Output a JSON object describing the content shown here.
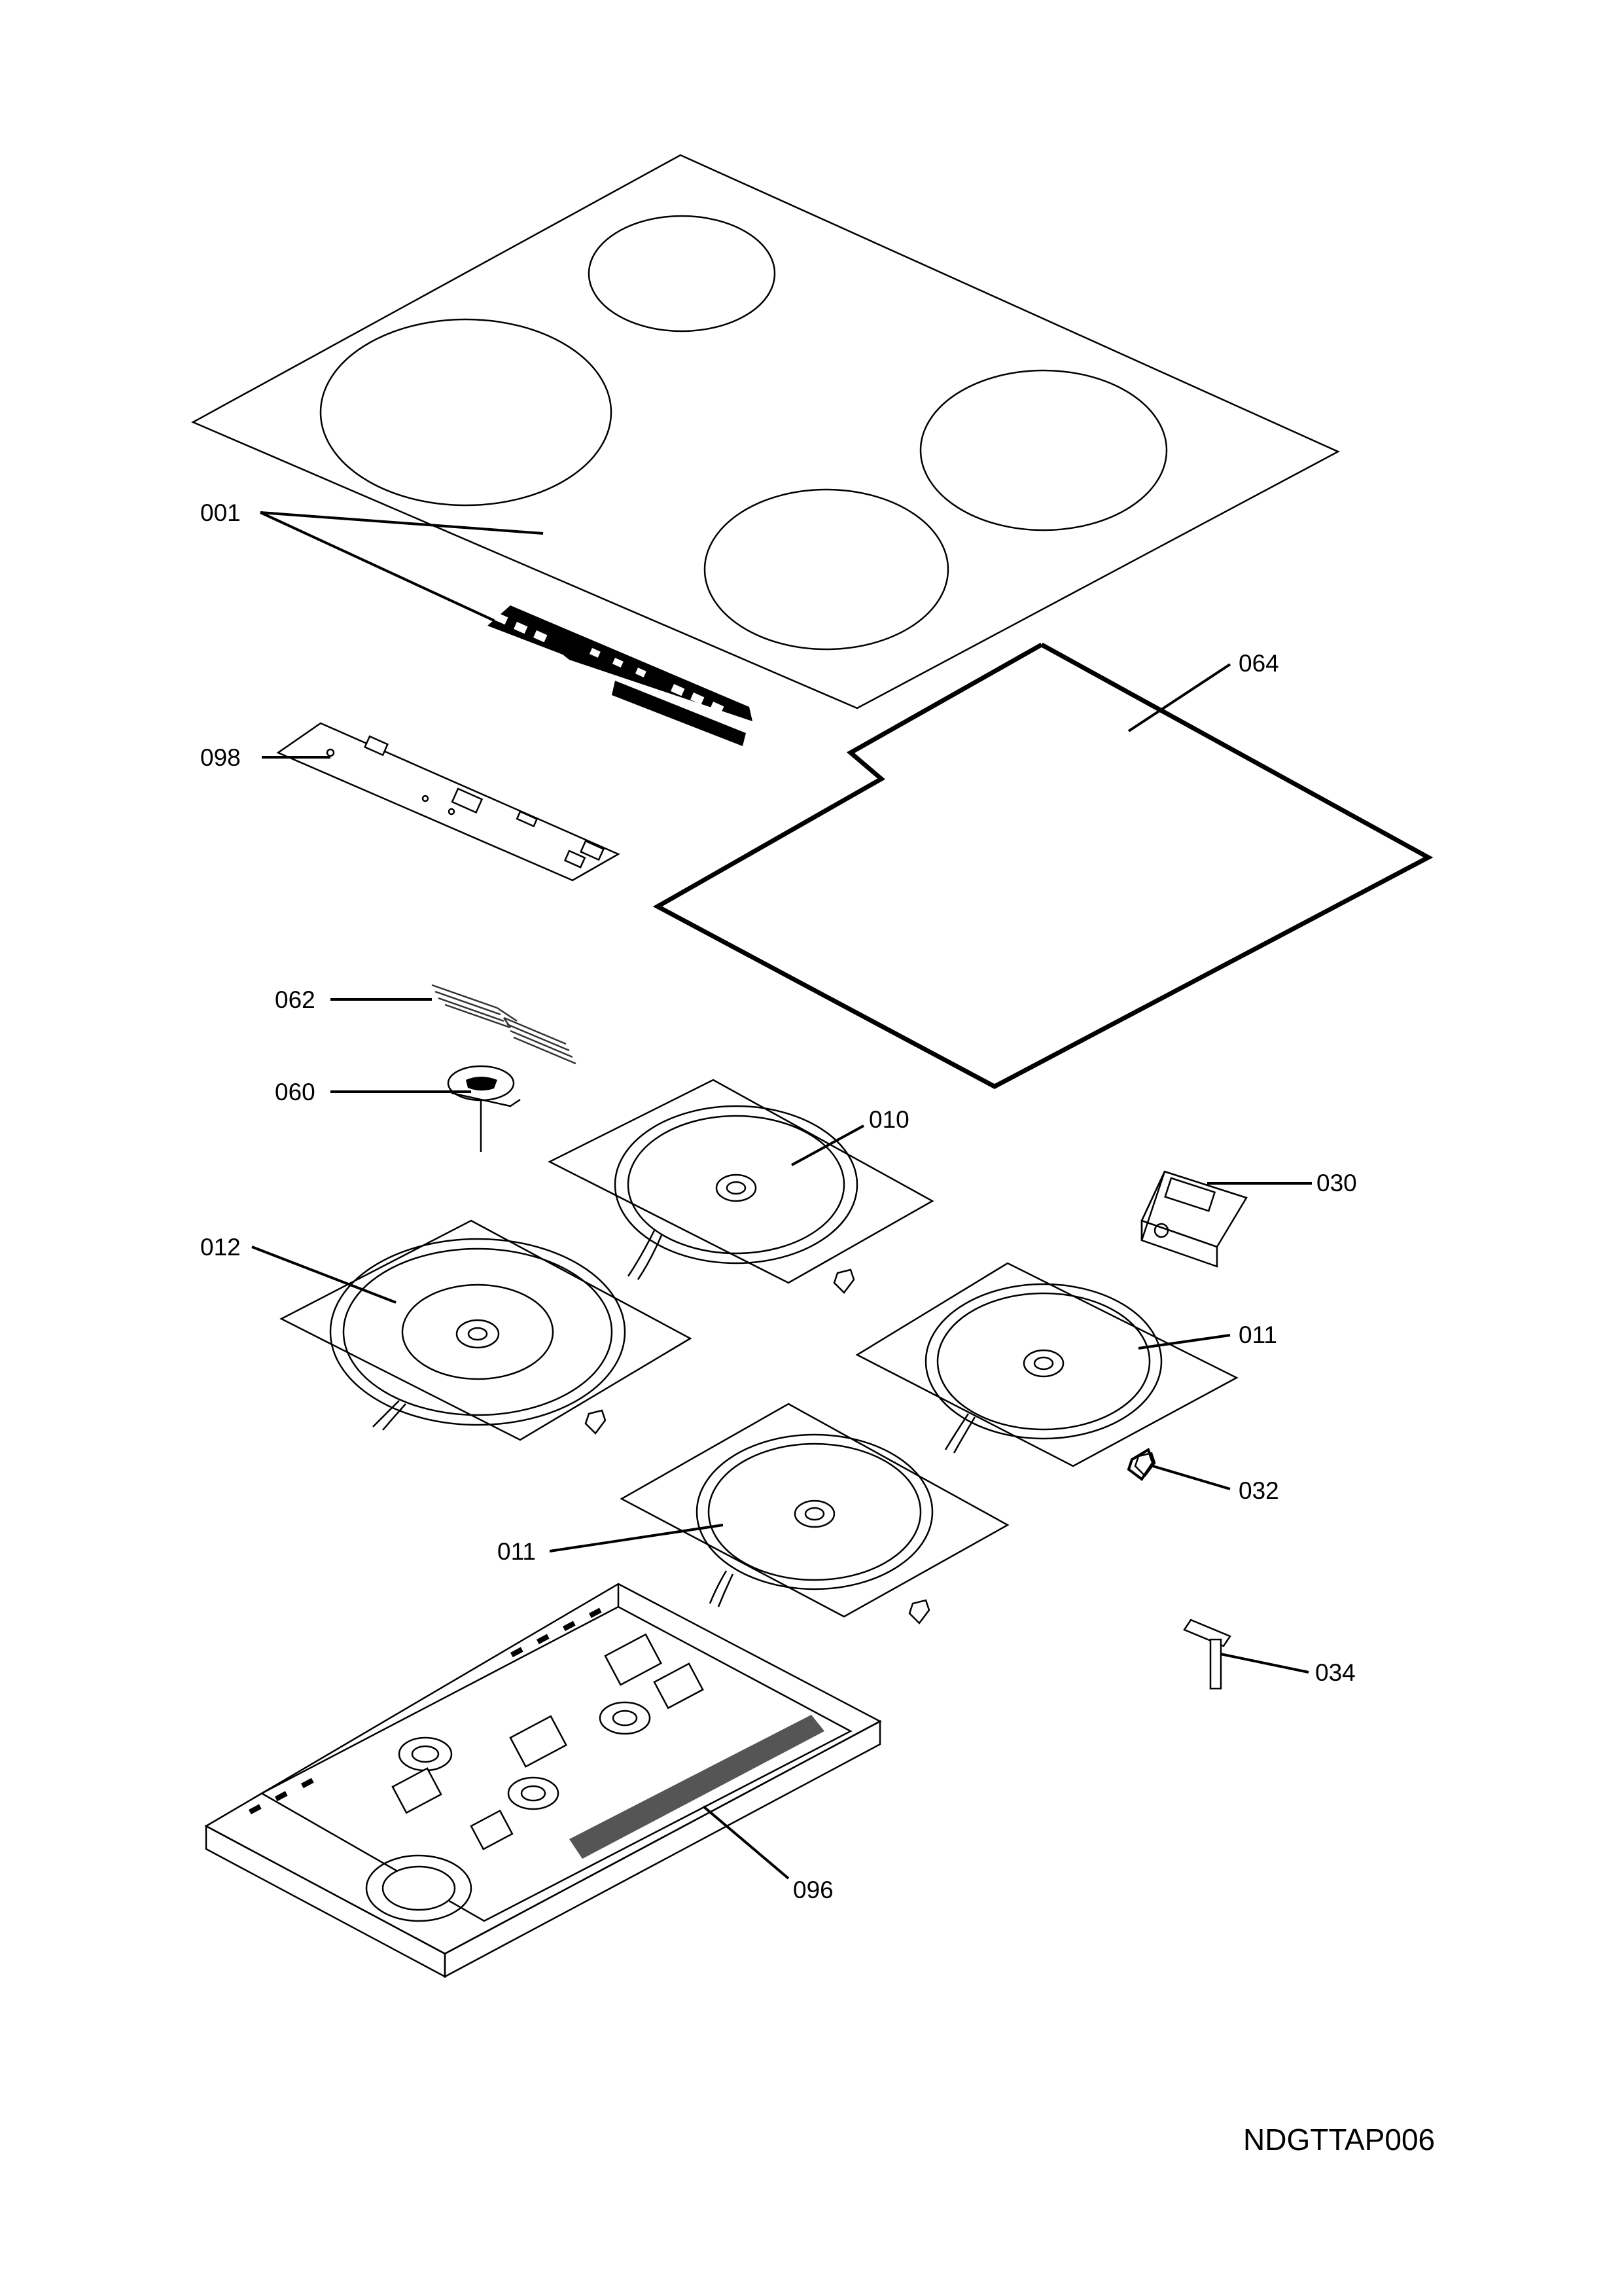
{
  "callouts": [
    {
      "id": "001",
      "label": "001"
    },
    {
      "id": "064",
      "label": "064"
    },
    {
      "id": "098",
      "label": "098"
    },
    {
      "id": "062",
      "label": "062"
    },
    {
      "id": "060",
      "label": "060"
    },
    {
      "id": "010",
      "label": "010"
    },
    {
      "id": "030",
      "label": "030"
    },
    {
      "id": "012",
      "label": "012"
    },
    {
      "id": "011a",
      "label": "011"
    },
    {
      "id": "032",
      "label": "032"
    },
    {
      "id": "011b",
      "label": "011"
    },
    {
      "id": "034",
      "label": "034"
    },
    {
      "id": "096",
      "label": "096"
    }
  ],
  "drawing_ref": "NDGTTAP006"
}
